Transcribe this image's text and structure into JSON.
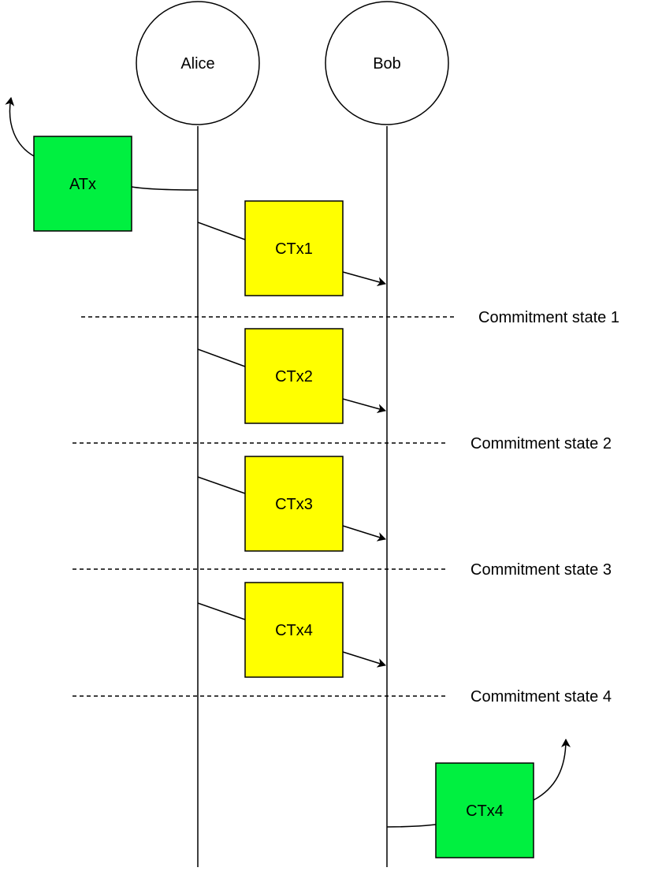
{
  "participants": {
    "alice": {
      "label": "Alice"
    },
    "bob": {
      "label": "Bob"
    }
  },
  "boxes": {
    "atx": {
      "label": "ATx"
    },
    "ctx1": {
      "label": "CTx1"
    },
    "ctx2": {
      "label": "CTx2"
    },
    "ctx3": {
      "label": "CTx3"
    },
    "ctx4": {
      "label": "CTx4"
    },
    "ctx4_broadcast": {
      "label": "CTx4"
    }
  },
  "states": [
    {
      "label": "Commitment state 1"
    },
    {
      "label": "Commitment state 2"
    },
    {
      "label": "Commitment state 3"
    },
    {
      "label": "Commitment state 4"
    }
  ],
  "colors": {
    "transaction_green": "#00f040",
    "commitment_yellow": "#ffff00",
    "stroke": "#000000",
    "background": "#ffffff"
  }
}
